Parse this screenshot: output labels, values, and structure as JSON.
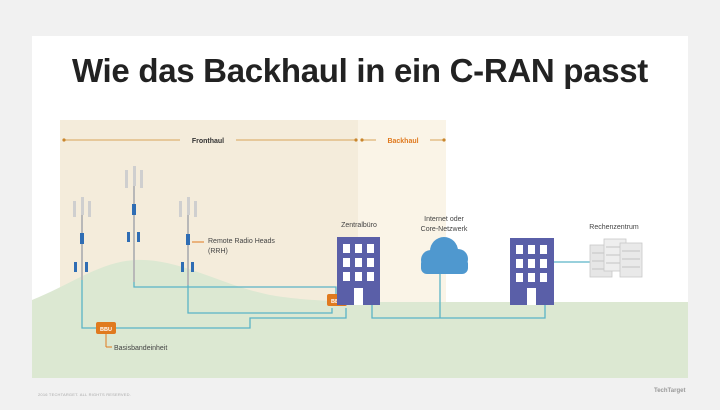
{
  "title": "Wie das Backhaul in ein C-RAN passt",
  "sections": {
    "fronthaul": "Fronthaul",
    "backhaul": "Backhaul"
  },
  "labels": {
    "central_office": "Zentralbüro",
    "internet_line1": "Internet oder",
    "internet_line2": "Core-Netzwerk",
    "data_center": "Rechenzentrum",
    "rrh_line1": "Remote Radio Heads",
    "rrh_line2": "(RRH)",
    "bbu_label": "Basisbandeinheit",
    "bbu_badge": "BBU"
  },
  "footer": {
    "left": "2016 TECHTARGET. ALL RIGHTS RESERVED.",
    "right": "TechTarget"
  },
  "colors": {
    "fronthaul_zone": "#f4ecdb",
    "backhaul_zone": "#faf4e7",
    "hill": "#dce8d2",
    "accent_orange": "#e07a1f",
    "building": "#5a5fa8",
    "cloud": "#4f98cf",
    "link": "#5ab3c7"
  }
}
